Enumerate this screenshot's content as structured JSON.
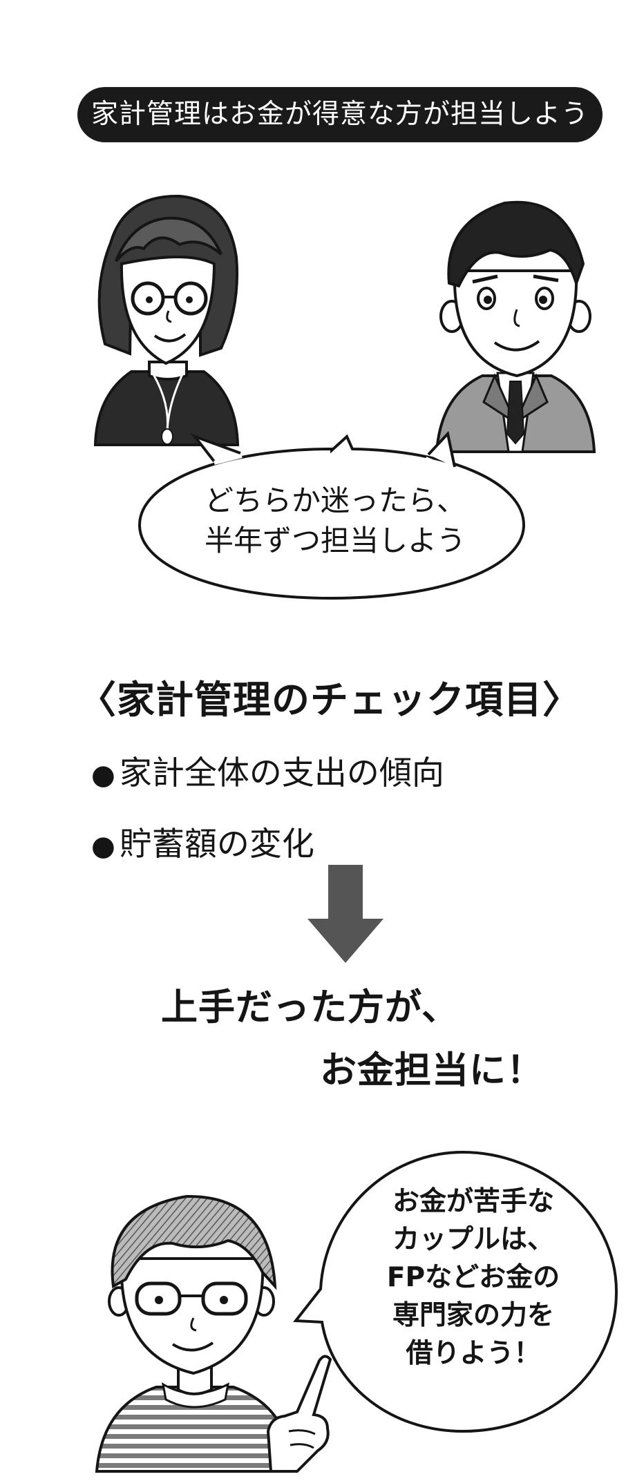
{
  "banner": {
    "text": "家計管理はお金が得意な方が担当しよう"
  },
  "speech_bubble_1": {
    "lines": [
      "どちらか迷ったら、",
      "半年ずつ担当しよう"
    ]
  },
  "checklist": {
    "title": "〈家計管理のチェック項目〉",
    "bullet": "●",
    "items": [
      "家計全体の支出の傾向",
      "貯蓄額の変化"
    ]
  },
  "conclusion": {
    "lines": [
      "上手だった方が、",
      "お金担当に！"
    ]
  },
  "speech_bubble_2": {
    "lines": [
      "お金が苦手な",
      "カップルは、",
      "FPなどお金の",
      "専門家の力を",
      "借りよう！"
    ]
  },
  "colors": {
    "ink": "#151515",
    "dark_fill": "#2a2a2a",
    "gray_fill": "#8f8f8f",
    "hatch_fill": "#7a7a7a",
    "arrow": "#555555"
  },
  "illustrations": [
    "woman-with-glasses",
    "man-in-suit",
    "pointing-person"
  ]
}
